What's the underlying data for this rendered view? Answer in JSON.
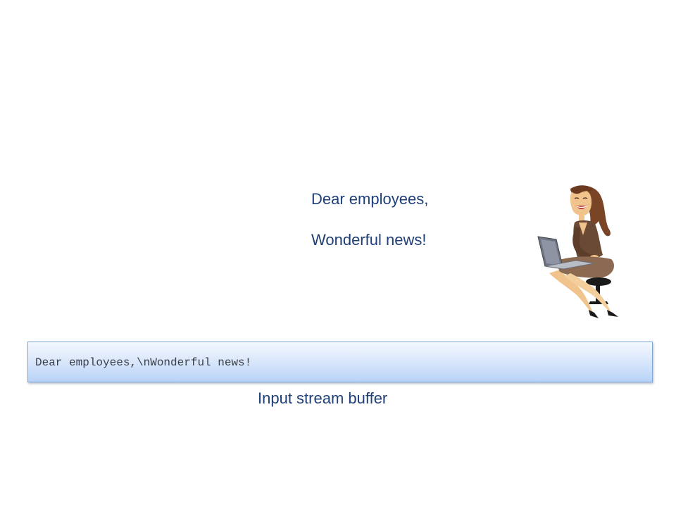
{
  "message": {
    "greeting": "Dear employees,",
    "body": "Wonderful news!"
  },
  "buffer": {
    "content": "Dear employees,\\nWonderful news!",
    "caption": "Input stream buffer"
  },
  "illustration": {
    "icon": "woman-typing-on-laptop-icon"
  }
}
